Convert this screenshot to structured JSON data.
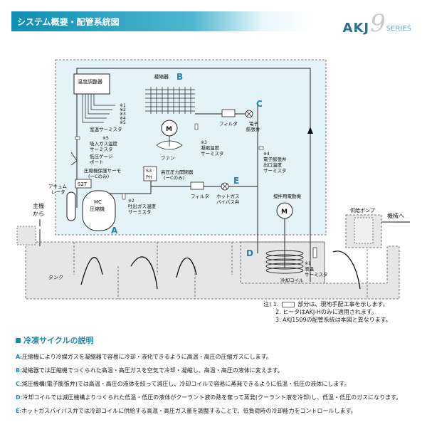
{
  "header": {
    "title": "システム概要・配管系統図",
    "brand_akj": "AKJ",
    "brand_num": "9",
    "brand_series": "SERIES"
  },
  "labels": {
    "temp_controller": "温度調整器",
    "sensors": [
      "※1",
      "※2",
      "※3",
      "※4",
      "※5"
    ],
    "room_temp_thermistor": "室温サーミスタ",
    "suction_gas_thermistor_l1": "※5",
    "suction_gas_thermistor_l2": "吸入ガス温度",
    "suction_gas_thermistor_l3": "サーミスタ",
    "low_pressure_port_l1": "低圧ゲージ",
    "low_pressure_port_l2": "ポート",
    "comp_protection_l1": "圧縮機保護サーモ",
    "comp_protection_l2": "(ーCのみ)",
    "s2t": "S2T",
    "accumulator_l1": "アキュム",
    "accumulator_l2": "レータ",
    "compressor_l1": "MC",
    "compressor_l2": "圧縮機",
    "discharge_l1": "※2",
    "discharge_l2": "吐出ガス温度",
    "discharge_l3": "サーミスタ",
    "condenser": "凝縮器",
    "fan": "ファン",
    "cond_temp_l1": "※3",
    "cond_temp_l2": "凝縮温度",
    "cond_temp_l3": "サーミスタ",
    "s3ph_l1": "S3",
    "s3ph_l2": "PH",
    "hp_switch_l1": "高圧圧力開閉器",
    "hp_switch_l2": "(ーCのみ)",
    "filter1": "フィルタ",
    "filter2": "フィルタ",
    "exp_valve_l1": "電子",
    "exp_valve_l2": "膨張弁",
    "exp_outlet_l1": "※4",
    "exp_outlet_l2": "電子膨張弁",
    "exp_outlet_l3": "出口温度",
    "exp_outlet_l4": "サーミスタ",
    "hotgas_l1": "ホットガス",
    "hotgas_l2": "バイパス弁",
    "stirrer": "撹拌用電動機",
    "liquid_thermistor_l1": "※1",
    "liquid_thermistor_l2": "液温",
    "liquid_thermistor_l3": "サーミスタ",
    "cooling_coil": "冷却コイル",
    "tank": "タンク",
    "supply_pump": "供給ポンプ",
    "to_machine": "機械へ",
    "from_main_l1": "主機",
    "from_main_l2": "から",
    "motor": "M",
    "letter_a": "A",
    "letter_b": "B",
    "letter_c": "C",
    "letter_d": "D",
    "letter_e": "E"
  },
  "notes": {
    "prefix": "注)",
    "n1_num": "1.",
    "n1_text": "部分は、現地手配工事を示します。",
    "n2": "2. ヒータはAKJ-Hのみに適用されます。",
    "n3": "3. AKJ1509の配管系統は本図と異なります。"
  },
  "explanation": {
    "heading": "冷凍サイクルの説明",
    "lines": [
      {
        "letter": "A",
        "text": ":圧縮機により冷媒ガスを凝縮器で容易に冷却・液化できるように高温・高圧の圧縮ガスにします。"
      },
      {
        "letter": "B",
        "text": ":凝縮器では圧縮機でつくられた高温・高圧ガスを空気で冷却・凝縮し、高温・高圧の液体に変えます。"
      },
      {
        "letter": "C",
        "text": ":減圧機構(電子膨張弁)では高温・高圧の液体を絞って減圧し、冷却コイルで容易に蒸発できるように低温・低圧の液体にします。"
      },
      {
        "letter": "D",
        "text": ":冷却コイルでは減圧機構よりつくられた低温・低圧の液体がクーラント液の熱を奪って蒸発(クーラント液を冷却)し、低温・低圧のガスになります。"
      },
      {
        "letter": "E",
        "text": ":ホットガスバイパス弁では冷却コイルに供給する高温・高圧ガス量を調整することで、低負荷時の冷却能力をコントロールします。"
      }
    ]
  },
  "colors": {
    "accent": "#1e87b0",
    "region_fill": "#e3f3f8",
    "tank_fill": "#e6e6e6",
    "line": "#222222",
    "dashed": "#555555"
  }
}
